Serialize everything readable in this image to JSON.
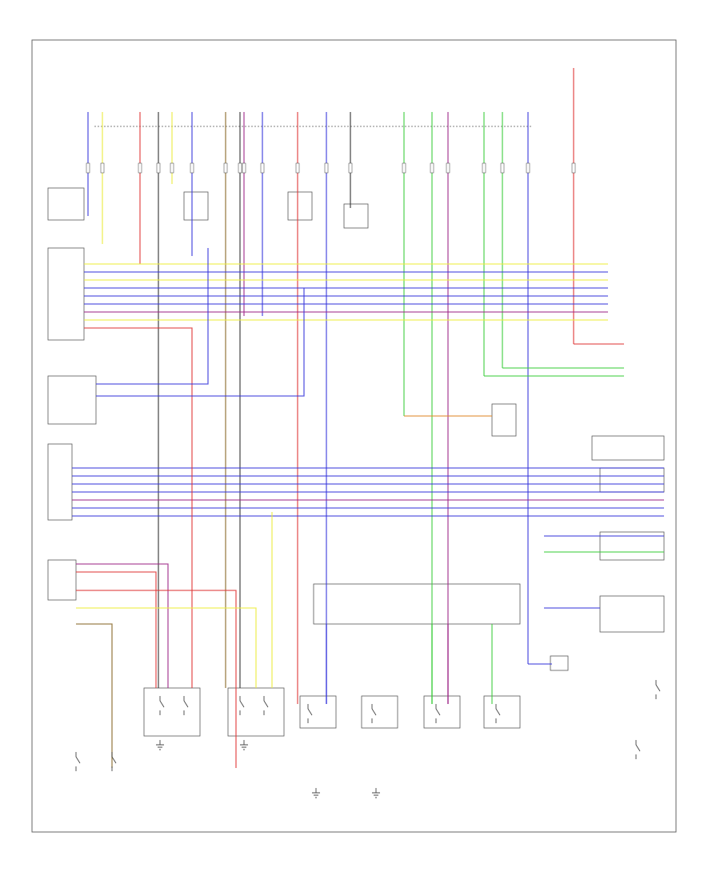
{
  "figure_id": "",
  "colors": {
    "blue": "#3b3bdc",
    "red": "#e03a3a",
    "yellow": "#ecec40",
    "green": "#3fcf3f",
    "purple": "#a02a8a",
    "black": "#333333",
    "brown": "#8a6a2a",
    "orange": "#e08a2a"
  },
  "wire_colors": [
    "blue",
    "red",
    "yellow",
    "green",
    "purple",
    "black",
    "brown",
    "orange"
  ],
  "icons": [
    "switch-icon",
    "ground-icon",
    "connector-icon",
    "motor-icon"
  ]
}
